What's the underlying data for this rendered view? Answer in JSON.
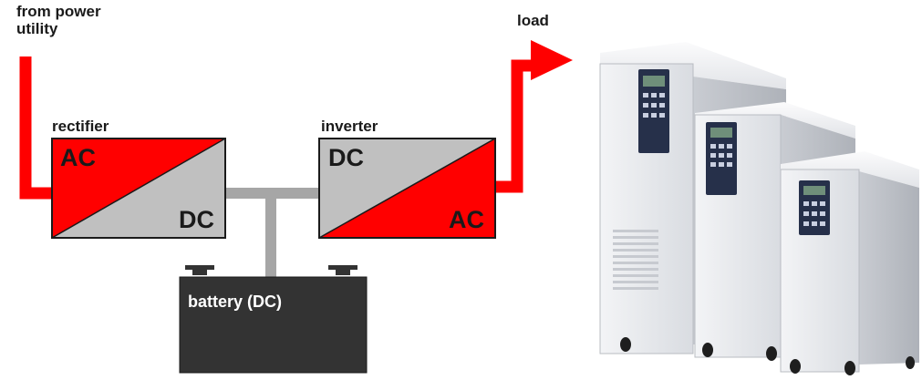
{
  "diagram": {
    "source_label_line1": "from power",
    "source_label_line2": "utility",
    "load_label": "load",
    "rectifier": {
      "title": "rectifier",
      "input": "AC",
      "output": "DC"
    },
    "inverter": {
      "title": "inverter",
      "input": "DC",
      "output": "AC"
    },
    "battery": {
      "label": "battery (DC)"
    }
  },
  "colors": {
    "power_line": "#ff0000",
    "ac_fill": "#ff0000",
    "dc_fill": "#c0c0c0",
    "dc_bus": "#a6a6a6",
    "battery_body": "#333333",
    "cabinet_body": "#e6e8ec",
    "panel": "#26304a"
  },
  "image": {
    "subject": "ups-cabinets-photo"
  }
}
